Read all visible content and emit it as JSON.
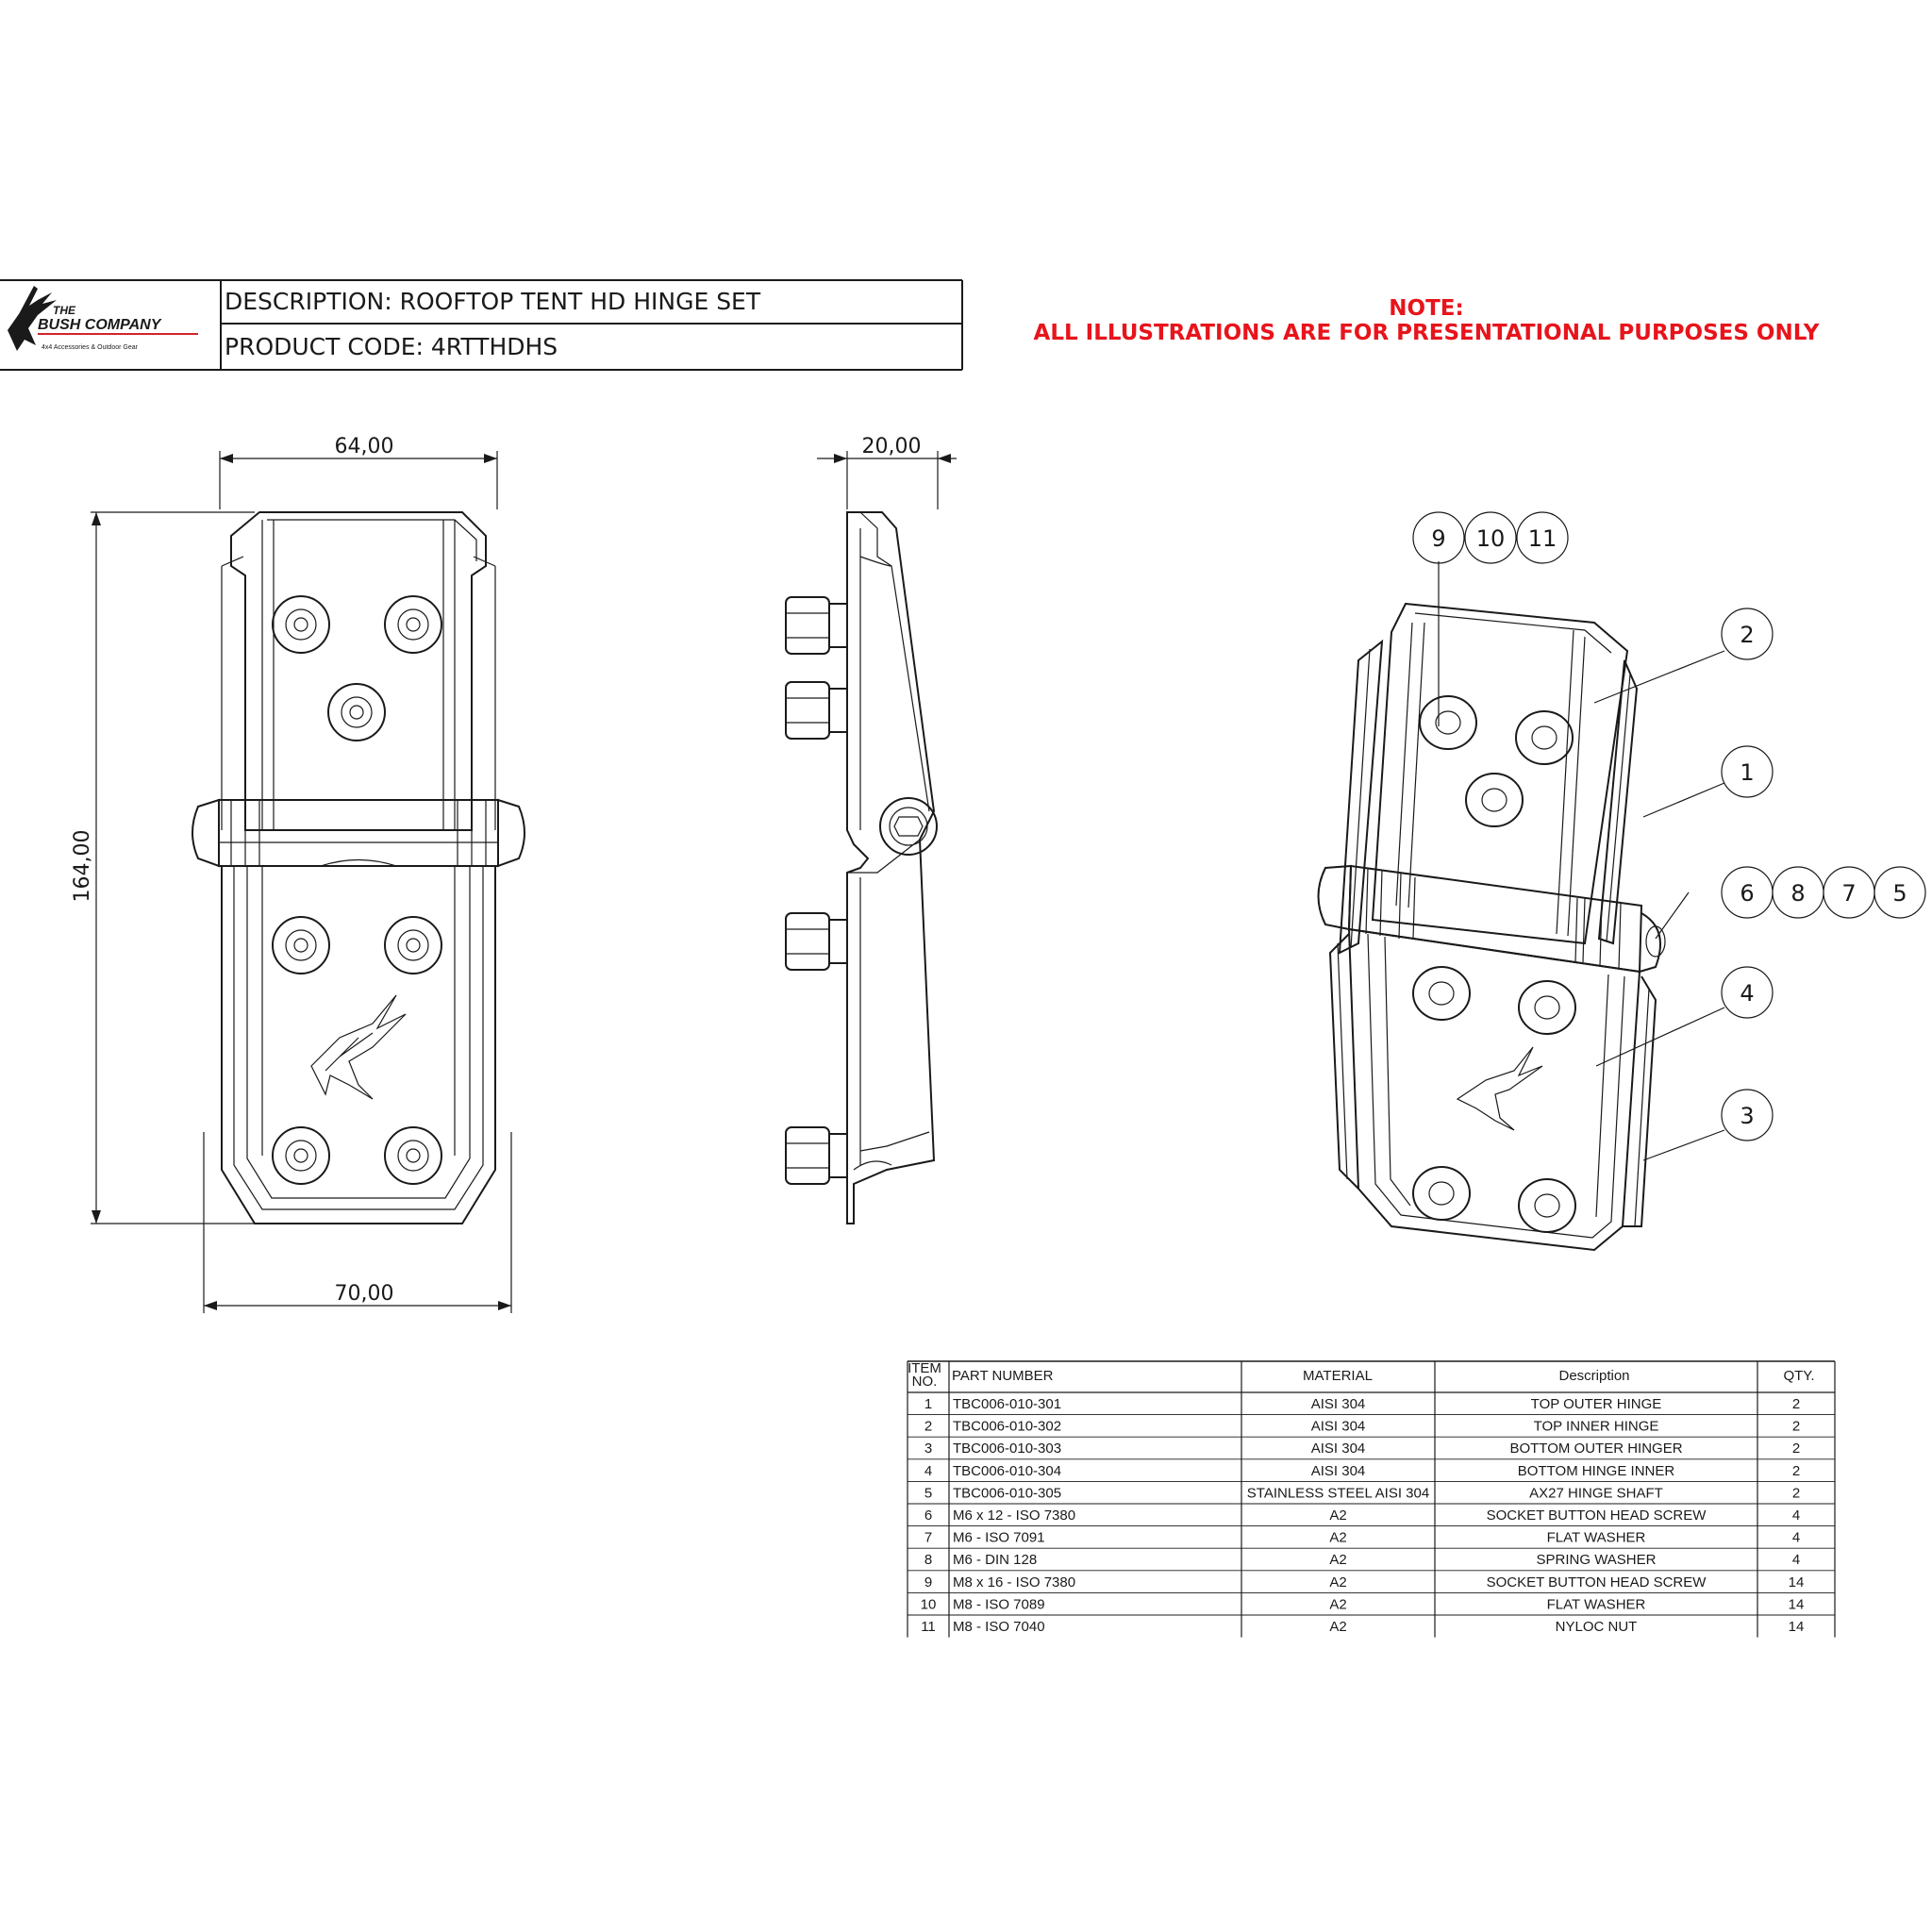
{
  "header": {
    "logo": {
      "line1": "THE",
      "line2": "BUSH COMPANY",
      "tagline": "4x4 Accessories & Outdoor Gear"
    },
    "description": "DESCRIPTION: ROOFTOP TENT HD HINGE SET",
    "product_code": "PRODUCT CODE: 4RTTHDHS"
  },
  "note": {
    "title": "NOTE:",
    "text": "ALL ILLUSTRATIONS ARE FOR PRESENTATIONAL PURPOSES ONLY"
  },
  "dimensions": {
    "top_width": "64,00",
    "height": "164,00",
    "bottom_width": "70,00",
    "side_thickness": "20,00"
  },
  "balloons": {
    "b9": "9",
    "b10": "10",
    "b11": "11",
    "b2": "2",
    "b1": "1",
    "b6": "6",
    "b8": "8",
    "b7": "7",
    "b5": "5",
    "b4": "4",
    "b3": "3"
  },
  "bom": {
    "headers": {
      "item": "ITEM",
      "no": "NO.",
      "part": "PART NUMBER",
      "material": "MATERIAL",
      "description": "Description",
      "qty": "QTY."
    },
    "rows": [
      {
        "item": "1",
        "part": "TBC006-010-301",
        "material": "AISI 304",
        "description": "TOP OUTER HINGE",
        "qty": "2"
      },
      {
        "item": "2",
        "part": "TBC006-010-302",
        "material": "AISI 304",
        "description": "TOP INNER HINGE",
        "qty": "2"
      },
      {
        "item": "3",
        "part": "TBC006-010-303",
        "material": "AISI 304",
        "description": "BOTTOM OUTER HINGER",
        "qty": "2"
      },
      {
        "item": "4",
        "part": "TBC006-010-304",
        "material": "AISI 304",
        "description": "BOTTOM HINGE INNER",
        "qty": "2"
      },
      {
        "item": "5",
        "part": "TBC006-010-305",
        "material": "STAINLESS STEEL AISI 304",
        "description": "AX27 HINGE SHAFT",
        "qty": "2"
      },
      {
        "item": "6",
        "part": "M6 x 12 - ISO 7380",
        "material": "A2",
        "description": "SOCKET BUTTON HEAD SCREW",
        "qty": "4"
      },
      {
        "item": "7",
        "part": "M6 - ISO 7091",
        "material": "A2",
        "description": "FLAT WASHER",
        "qty": "4"
      },
      {
        "item": "8",
        "part": "M6 - DIN 128",
        "material": "A2",
        "description": "SPRING WASHER",
        "qty": "4"
      },
      {
        "item": "9",
        "part": "M8 x 16 - ISO 7380",
        "material": "A2",
        "description": "SOCKET BUTTON HEAD SCREW",
        "qty": "14"
      },
      {
        "item": "10",
        "part": "M8 - ISO 7089",
        "material": "A2",
        "description": "FLAT WASHER",
        "qty": "14"
      },
      {
        "item": "11",
        "part": "M8 - ISO 7040",
        "material": "A2",
        "description": "NYLOC NUT",
        "qty": "14"
      }
    ]
  },
  "colors": {
    "note_red": "#e8141b",
    "ink": "#1a1a1a",
    "logo_red": "#d2232a"
  }
}
